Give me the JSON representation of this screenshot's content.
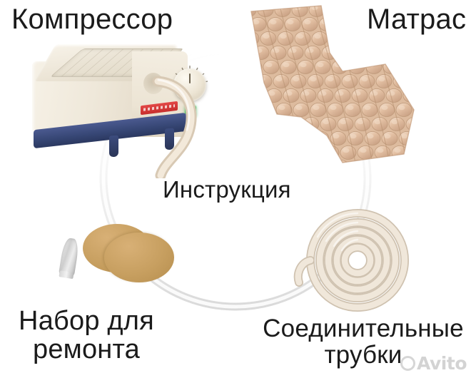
{
  "image": {
    "kind": "product-composition-photo",
    "background_color": "#ffffff",
    "label_color": "#1b1b1b"
  },
  "labels": {
    "compressor": "Компрессор",
    "mattress": "Матрас",
    "instruction": "Инструкция",
    "repair_kit_line1": "Набор для",
    "repair_kit_line2": "ремонта",
    "tubes_line1": "Соединительные",
    "tubes_line2": "трубки"
  },
  "parts": {
    "compressor": {
      "body_color": "#efe8da",
      "base_color": "#364674",
      "dial_label": "pressure-dial",
      "power_button_color": "#1f9c36",
      "brand_strip_color": "#c42020",
      "hose_color": "#e9ddcc"
    },
    "mattress": {
      "cell_color": "#ddb99b",
      "highlight_color": "#f2ddc8",
      "cell_columns": 7,
      "cell_rows": 11
    },
    "tubes": {
      "coil_color": "#e8ddd0",
      "coil_turns": 6
    },
    "repair_kit": {
      "patch_color": "#c79f60",
      "patch_count": 2,
      "glue_tube_color": "#dcdcdc"
    },
    "connector_ring": {
      "tubing_color": "#f2f2f2",
      "shape": "circle-loop"
    }
  },
  "watermark": {
    "text": "Avito",
    "color": "#6f6f6f"
  }
}
